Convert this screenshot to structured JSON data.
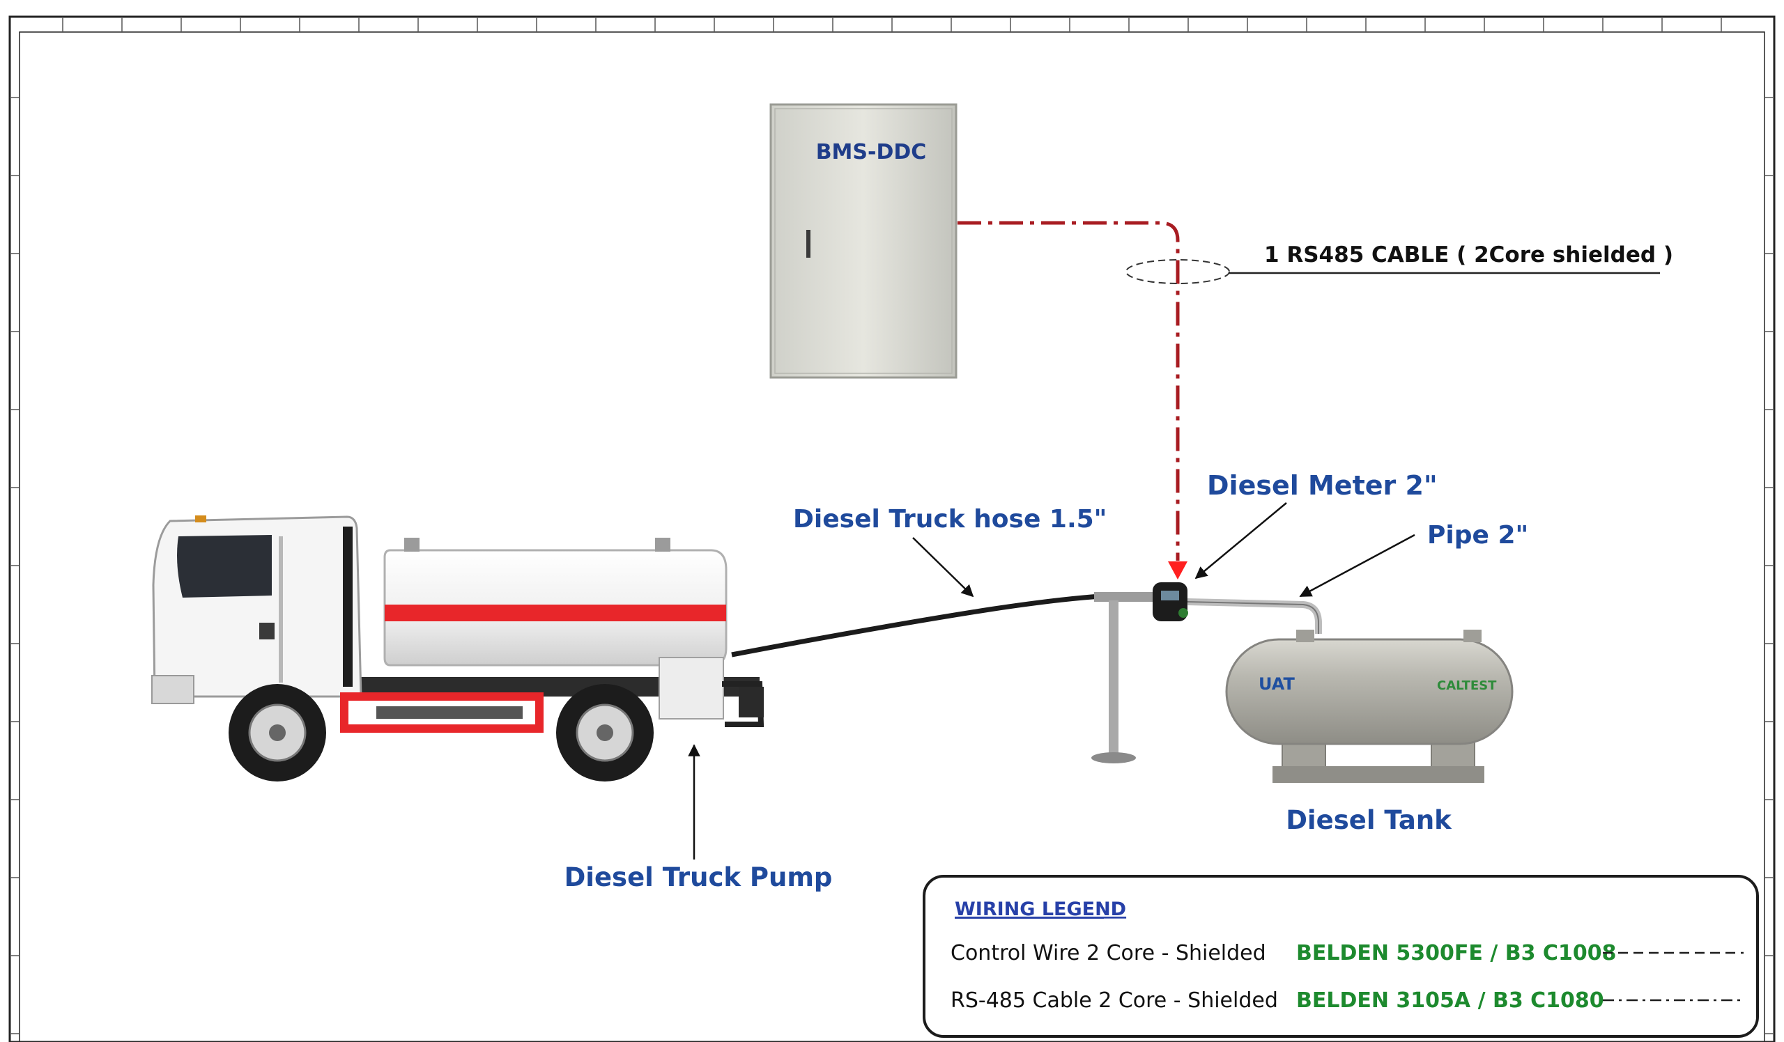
{
  "controller": {
    "label": "BMS-DDC"
  },
  "cable": {
    "label": "1 RS485 CABLE ( 2Core shielded )"
  },
  "meter": {
    "label": "Diesel Meter 2\""
  },
  "pipe": {
    "label": "Pipe 2\""
  },
  "hose": {
    "label": "Diesel Truck hose 1.5\""
  },
  "pump": {
    "label": "Diesel Truck Pump"
  },
  "tank": {
    "label": "Diesel Tank",
    "brand_left": "UAT",
    "brand_right": "CALTEST"
  },
  "legend": {
    "title": "WIRING LEGEND",
    "rows": [
      {
        "name": "Control Wire 2 Core - Shielded",
        "code": "BELDEN 5300FE / B3 C1008"
      },
      {
        "name": "RS-485 Cable 2 Core - Shielded",
        "code": "BELDEN 3105A  / B3 C1080"
      }
    ]
  },
  "colors": {
    "label_blue": "#1f4a9c",
    "signal_red": "#a81c22",
    "legend_green": "#1d8a2e",
    "truck_red": "#e8262a"
  }
}
